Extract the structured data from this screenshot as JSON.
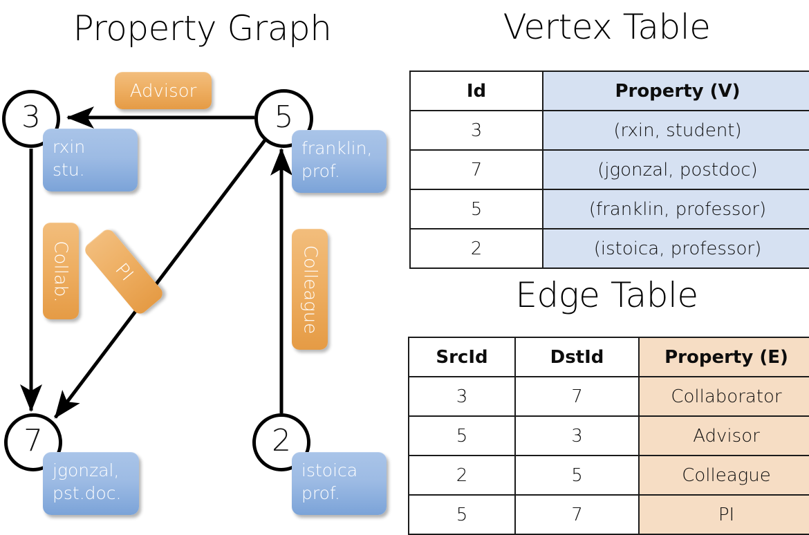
{
  "titles": {
    "graph": "Property Graph",
    "vertex": "Vertex Table",
    "edge": "Edge Table"
  },
  "graph": {
    "nodes": [
      {
        "id": "3",
        "property_line1": "rxin",
        "property_line2": "stu."
      },
      {
        "id": "5",
        "property_line1": "franklin,",
        "property_line2": "prof."
      },
      {
        "id": "7",
        "property_line1": "jgonzal,",
        "property_line2": "pst.doc."
      },
      {
        "id": "2",
        "property_line1": "istoica",
        "property_line2": "prof."
      }
    ],
    "edge_labels": [
      {
        "text": "Advisor",
        "orientation": "horizontal"
      },
      {
        "text": "Collab.",
        "orientation": "vertical"
      },
      {
        "text": "PI",
        "orientation": "diagonal"
      },
      {
        "text": "Colleague",
        "orientation": "vertical"
      }
    ],
    "edges": [
      {
        "src": "5",
        "dst": "3",
        "label": "Advisor"
      },
      {
        "src": "3",
        "dst": "7",
        "label": "Collab."
      },
      {
        "src": "5",
        "dst": "7",
        "label": "PI"
      },
      {
        "src": "2",
        "dst": "5",
        "label": "Colleague"
      }
    ]
  },
  "vertex_table": {
    "columns": [
      "Id",
      "Property (V)"
    ],
    "rows": [
      {
        "id": "3",
        "property": "(rxin, student)"
      },
      {
        "id": "7",
        "property": "(jgonzal, postdoc)"
      },
      {
        "id": "5",
        "property": "(franklin, professor)"
      },
      {
        "id": "2",
        "property": "(istoica, professor)"
      }
    ]
  },
  "edge_table": {
    "columns": [
      "SrcId",
      "DstId",
      "Property (E)"
    ],
    "rows": [
      {
        "src": "3",
        "dst": "7",
        "property": "Collaborator"
      },
      {
        "src": "5",
        "dst": "3",
        "property": "Advisor"
      },
      {
        "src": "2",
        "dst": "5",
        "property": "Colleague"
      },
      {
        "src": "5",
        "dst": "7",
        "property": "PI"
      }
    ]
  },
  "colors": {
    "vertex_property_fill": "#d6e1f2",
    "edge_property_fill": "#f6ddc4",
    "node_box_blue": "#9dbbe4",
    "edge_label_orange": "#eeaf63",
    "stroke": "#000000"
  }
}
